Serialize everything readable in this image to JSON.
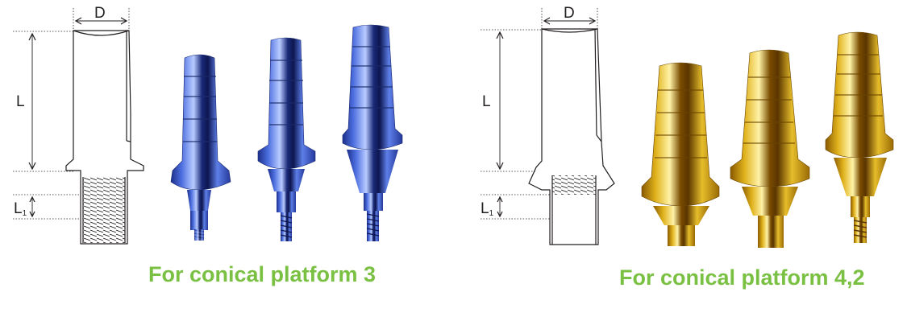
{
  "dimensions": {
    "diameter": "D",
    "length": "L",
    "length_secondary": "L",
    "length_secondary_sub": "1"
  },
  "captions": {
    "left": "For conical platform 3",
    "right": "For conical platform 4,2"
  },
  "colors": {
    "caption": "#7ac143",
    "blue_finish": "#3a5fcf",
    "gold_finish": "#d4a514"
  }
}
